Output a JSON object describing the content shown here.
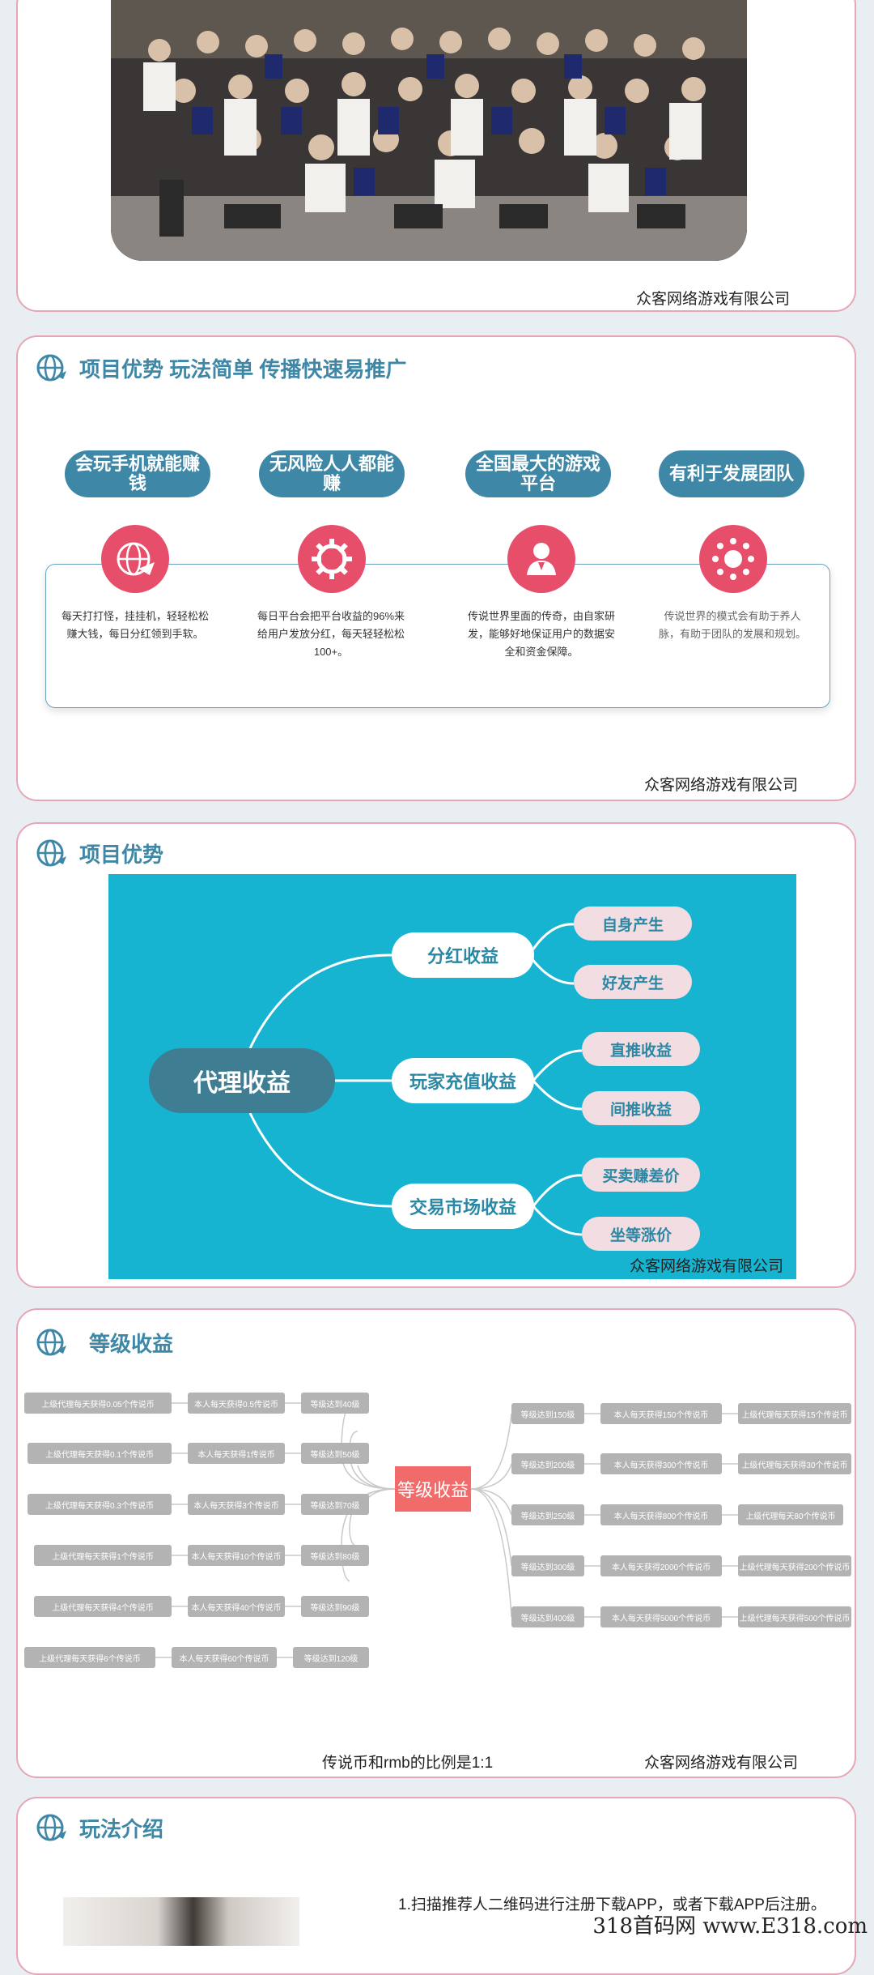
{
  "company": "众客网络游戏有限公司",
  "card_photo": {
    "company": "众客网络游戏有限公司"
  },
  "card_advantage1": {
    "title": "项目优势  玩法简单 传播快速易推广",
    "pills": [
      "会玩手机就能赚钱",
      "无风险人人都能赚",
      "全国最大的游戏平台",
      "有利于发展团队"
    ],
    "icons": [
      "plane-globe-icon",
      "gear-icon",
      "user-icon",
      "sun-dots-icon"
    ],
    "texts": [
      "每天打打怪，挂挂机，轻轻松松赚大钱，每日分红领到手软。",
      "每日平台会把平台收益的96%来给用户发放分红，每天轻轻松松100+。",
      "传说世界里面的传奇，由自家研发，能够好地保证用户的数据安全和资金保障。",
      "传说世界的模式会有助于养人脉，有助于团队的发展和规划。"
    ],
    "company": "众客网络游戏有限公司"
  },
  "card_advantage2": {
    "title": "项目优势",
    "main": "代理收益",
    "branches": [
      {
        "label": "分红收益",
        "leaves": [
          "自身产生",
          "好友产生"
        ]
      },
      {
        "label": "玩家充值收益",
        "leaves": [
          "直推收益",
          "间推收益"
        ]
      },
      {
        "label": "交易市场收益",
        "leaves": [
          "买卖赚差价",
          "坐等涨价"
        ]
      }
    ],
    "company": "众客网络游戏有限公司"
  },
  "card_level": {
    "title": "等级收益",
    "center": "等级收益",
    "left": [
      [
        "上级代理每天获得0.05个传说币",
        "本人每天获得0.5传说币",
        "等级达到40级"
      ],
      [
        "上级代理每天获得0.1个传说币",
        "本人每天获得1传说币",
        "等级达到50级"
      ],
      [
        "上级代理每天获得0.3个传说币",
        "本人每天获得3个传说币",
        "等级达到70级"
      ],
      [
        "上级代理每天获得1个传说币",
        "本人每天获得10个传说币",
        "等级达到80级"
      ],
      [
        "上级代理每天获得4个传说币",
        "本人每天获得40个传说币",
        "等级达到90级"
      ],
      [
        "上级代理每天获得6个传说币",
        "本人每天获得60个传说币",
        "等级达到120级"
      ]
    ],
    "right": [
      [
        "等级达到150级",
        "本人每天获得150个传说币",
        "上级代理每天获得15个传说币"
      ],
      [
        "等级达到200级",
        "本人每天获得300个传说币",
        "上级代理每天获得30个传说币"
      ],
      [
        "等级达到250级",
        "本人每天获得800个传说币",
        "上级代理每天80个传说币"
      ],
      [
        "等级达到300级",
        "本人每天获得2000个传说币",
        "上级代理每天获得200个传说币"
      ],
      [
        "等级达到400级",
        "本人每天获得5000个传说币",
        "上级代理每天获得500个传说币"
      ]
    ],
    "ratio": "传说币和rmb的比例是1:1",
    "company": "众客网络游戏有限公司"
  },
  "card_intro": {
    "title": "玩法介绍",
    "text": "1.扫描推荐人二维码进行注册下载APP，或者下载APP后注册。"
  },
  "watermark": "318首码网  www.E318.com"
}
